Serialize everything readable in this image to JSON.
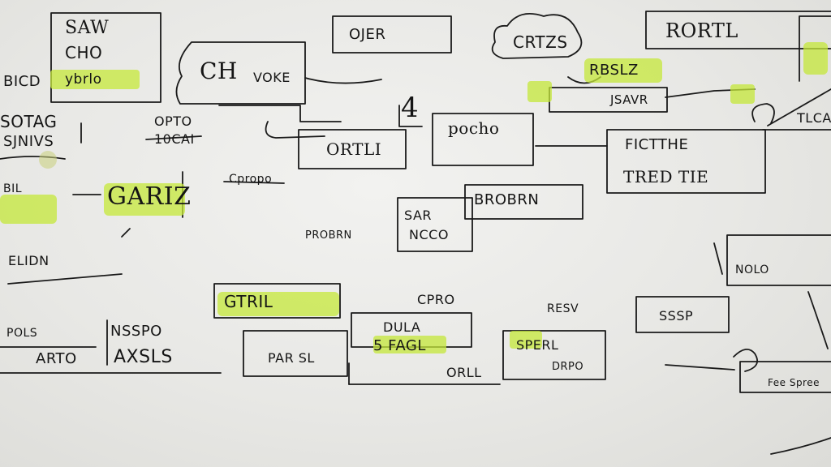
{
  "scene": {
    "description_free": true,
    "colors": {
      "board": "#ececea",
      "ink": "#151515",
      "highlighter": "#c5e83a"
    }
  },
  "labels": {
    "a": "SAW",
    "b": "CHO",
    "c": "ybrlo",
    "d": "CH",
    "e": "VOKE",
    "f": "OJER",
    "g": "ORTLI",
    "h": "4",
    "i": "pocho",
    "j": "CRTZS",
    "k": "RBSLZ",
    "l": "JSAVR",
    "m": "RORTL",
    "n": "FICTTHE",
    "o": "TRED TIE",
    "p": "OPTO",
    "q": "10CAI",
    "r": "GARIZ",
    "s": "BROBRN",
    "t": "SAR",
    "u": "NCCO",
    "v": "PROBRN",
    "w": "GTRIL",
    "x": "ARTO",
    "y": "POLS",
    "z": "NSSPO",
    "aa": "AXSLS",
    "ab": "PAR SL",
    "ac": "CPRO",
    "ad": "DULA",
    "ae": "5 FAGL",
    "af": "ORLL",
    "ag": "SPERL",
    "ah": "SSSP",
    "ai": "NOLO",
    "aj": "Fee Spree",
    "ak": "BICD",
    "al": "SOTAG",
    "am": "SJNIVS",
    "an": "ELIDN",
    "ao": "BIL",
    "ap": "TLCA",
    "aq": "Cpropo",
    "ar": "RESV",
    "as": "DRPO"
  }
}
